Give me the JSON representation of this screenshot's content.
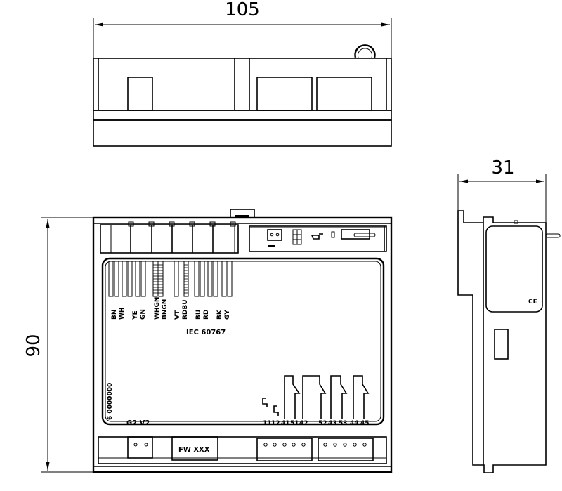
{
  "drawing": {
    "dimensions": {
      "width": "105",
      "height": "90",
      "depth": "31"
    },
    "top_view": {},
    "front_view": {
      "wire_colors": [
        "BN",
        "WH",
        "YE",
        "GN",
        "WHGN",
        "BNGN",
        "VT",
        "RDBU",
        "BU",
        "RD",
        "BK",
        "GY"
      ],
      "standard": "IEC 60767",
      "part_number": "6 0000000",
      "hw_version": "G2 V2",
      "firmware": "FW XXX",
      "top_connector_label": "",
      "terminal_labels": [
        "11",
        "12",
        "41",
        "51",
        "42",
        "52",
        "43",
        "53",
        "44",
        "45"
      ]
    },
    "side_view": {
      "ce_mark": "CE"
    }
  }
}
